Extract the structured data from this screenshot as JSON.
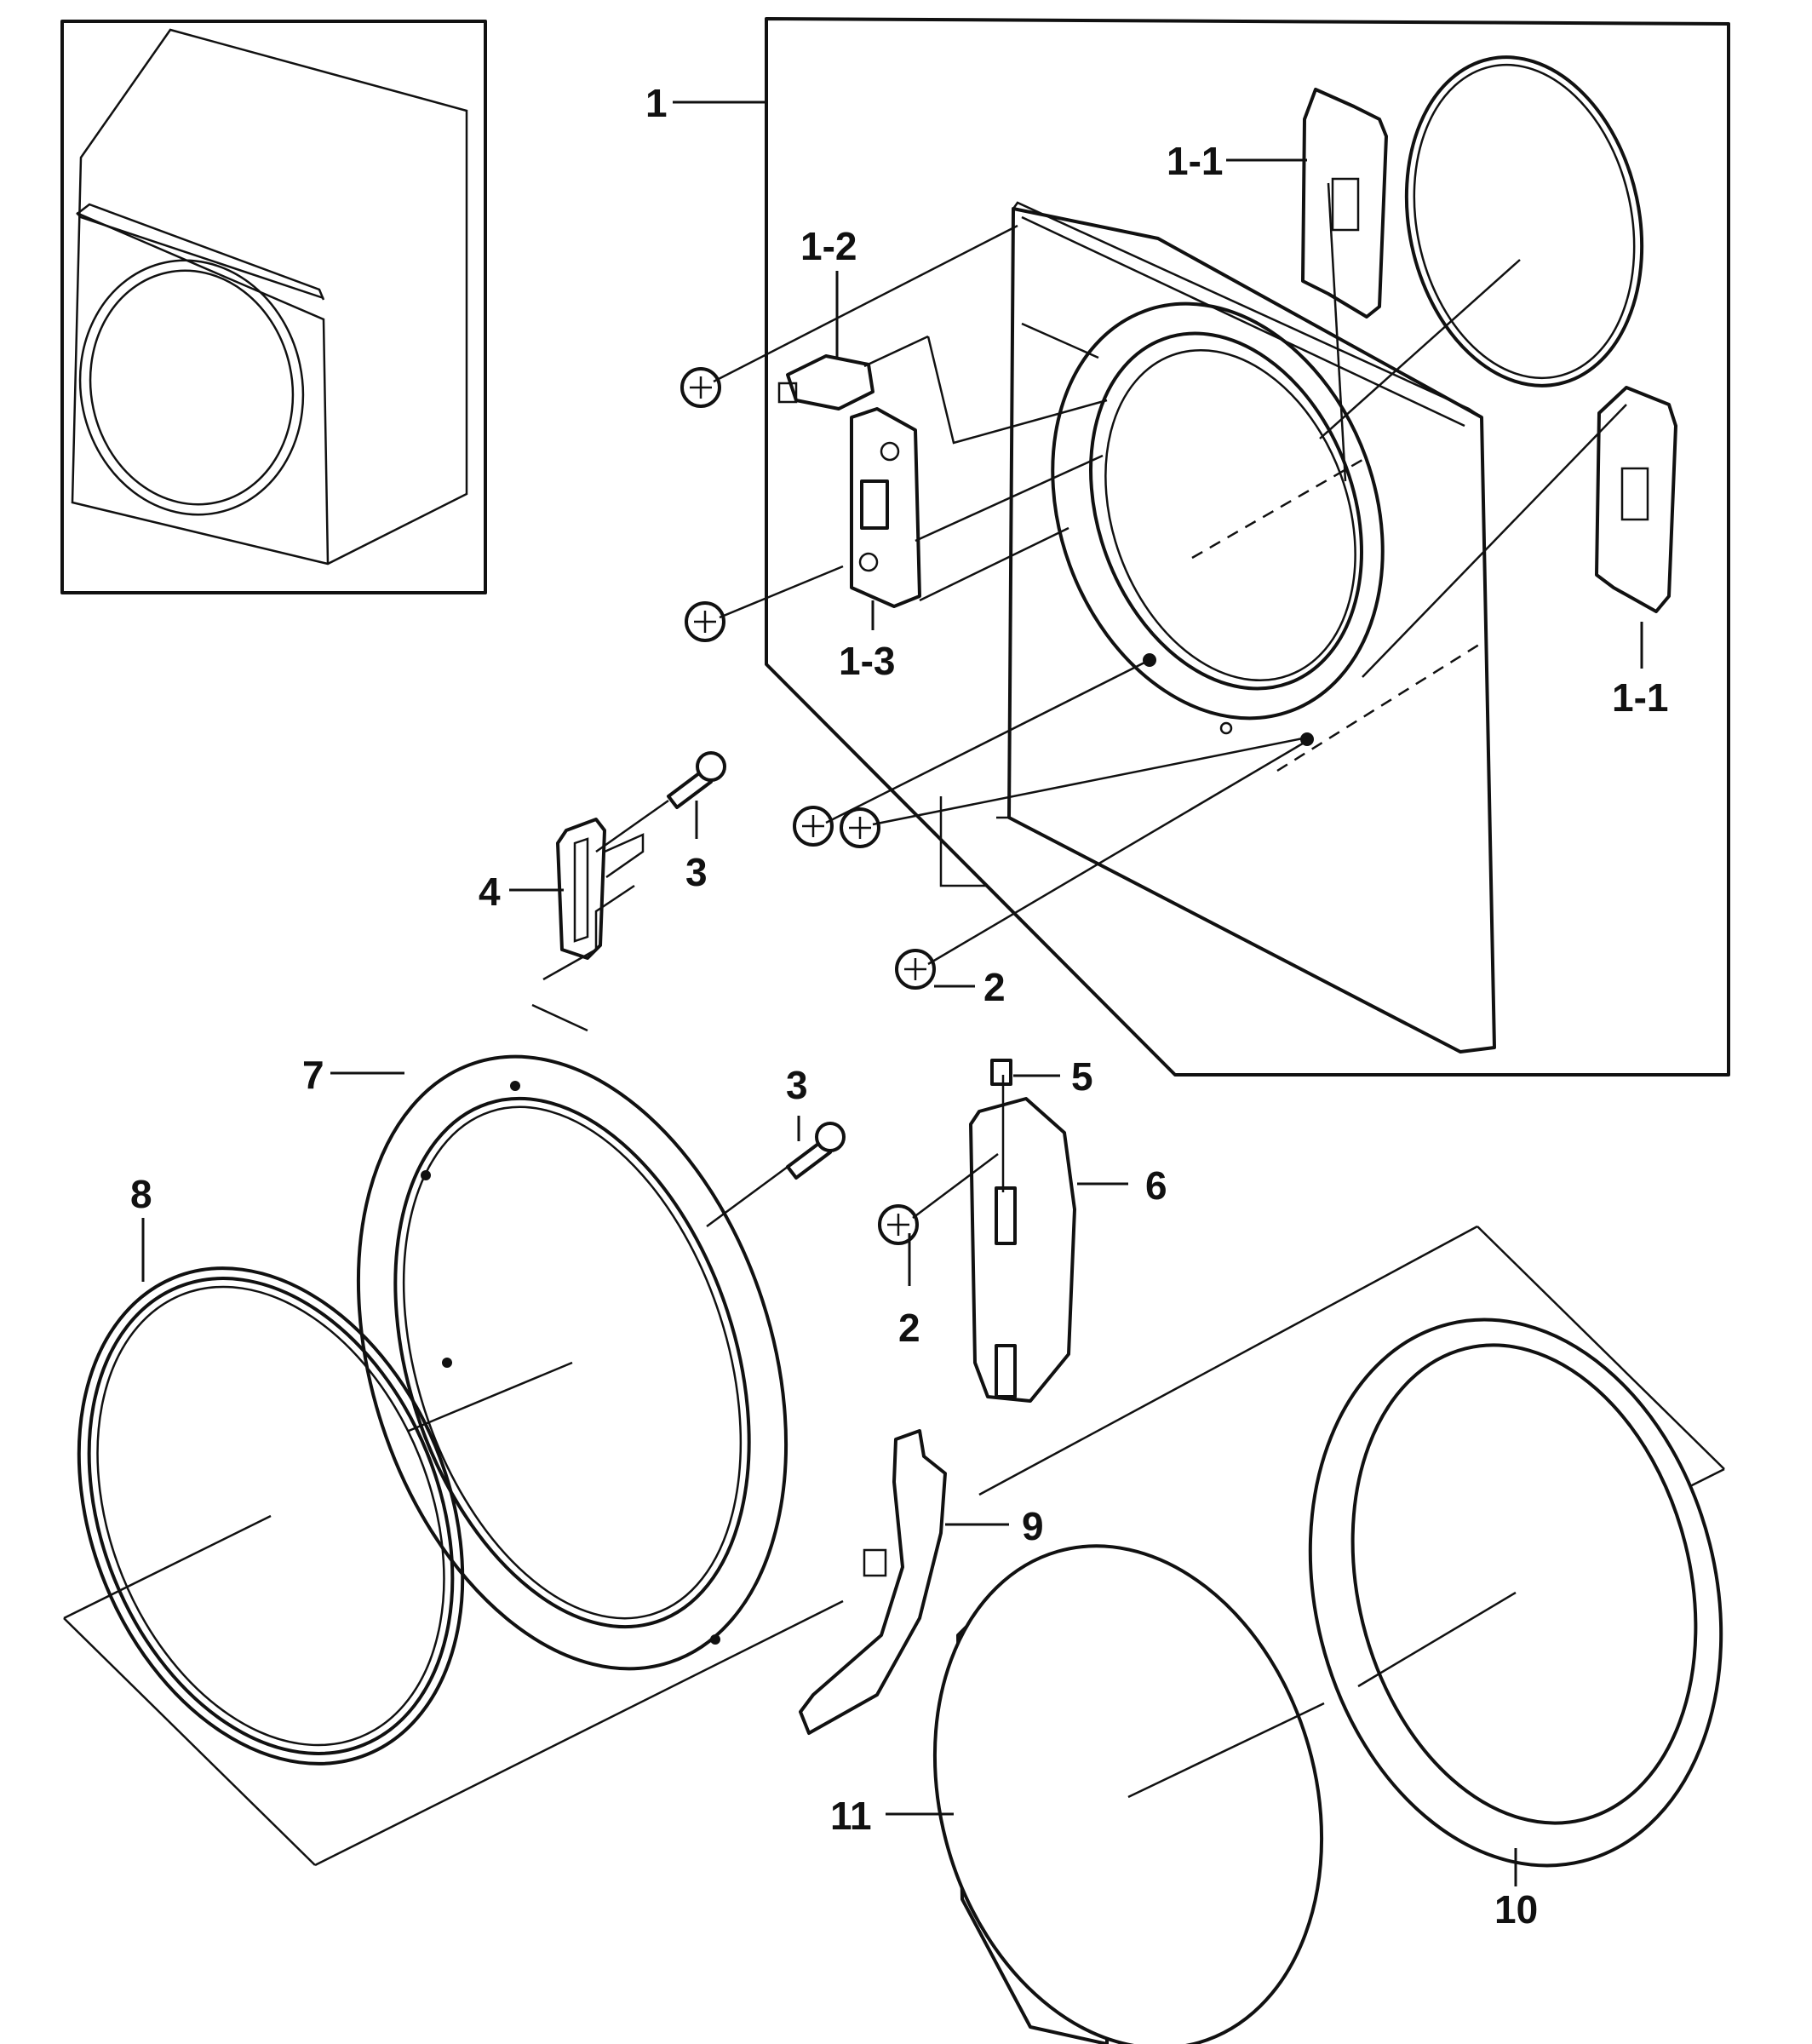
{
  "labels": {
    "p1": "1",
    "p1_1a": "1-1",
    "p1_1b": "1-1",
    "p1_2": "1-2",
    "p1_3": "1-3",
    "p2a": "2",
    "p2b": "2",
    "p3a": "3",
    "p3b": "3",
    "p4": "4",
    "p5": "5",
    "p6": "6",
    "p7": "7",
    "p8": "8",
    "p9": "9",
    "p10": "10",
    "p11": "11"
  }
}
